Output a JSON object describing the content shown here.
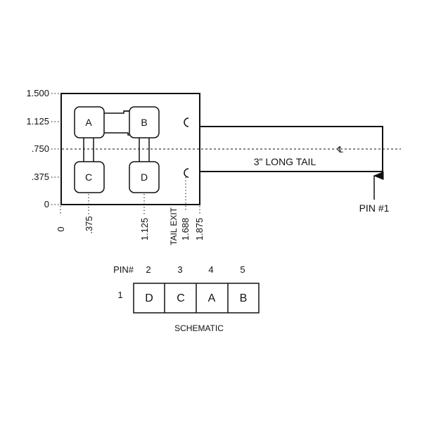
{
  "drawing": {
    "y_axis_labels": [
      "1.500",
      "1.125",
      ".750",
      ".375",
      "0"
    ],
    "x_axis_labels": {
      "zero": "0",
      "p375": ".375",
      "p1125": "1.125",
      "tail_exit": "TAIL EXIT",
      "p1688": "1.688",
      "p1875": "1.875"
    },
    "pads": [
      "A",
      "B",
      "C",
      "D"
    ],
    "tail_label": "3\" LONG TAIL",
    "centerline_symbol": "℄",
    "pin1_label": "PIN #1"
  },
  "schematic": {
    "pin_header": "PIN#",
    "pin1": "1",
    "pin_numbers": [
      "2",
      "3",
      "4",
      "5"
    ],
    "cells": [
      "D",
      "C",
      "A",
      "B"
    ],
    "caption": "SCHEMATIC"
  },
  "colors": {
    "ink": "#111111",
    "background": "#ffffff"
  }
}
